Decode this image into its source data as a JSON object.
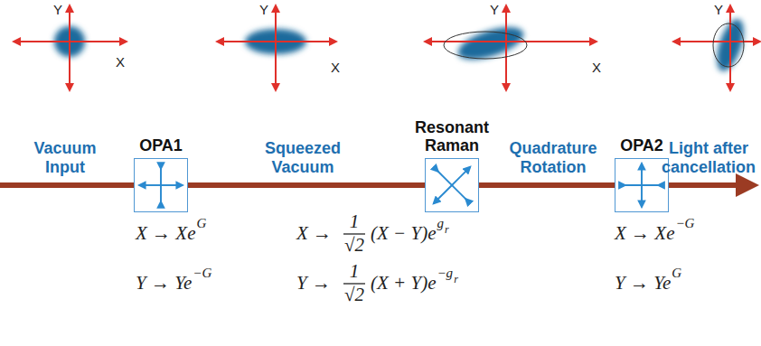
{
  "diagram": {
    "nodes": [
      {
        "text": [
          "OPA1"
        ]
      },
      {
        "text": [
          "Resonant Raman"
        ]
      },
      {
        "text": [
          "OPA2"
        ]
      }
    ],
    "edges": [
      {
        "from": 0,
        "to": 1,
        "arrow": "none"
      },
      {
        "from": 1,
        "to": 2,
        "arrow": "none"
      }
    ],
    "labels": [
      "Y",
      "X",
      "Y",
      "X",
      "Y",
      "X",
      "Y",
      "Vacuum Input",
      "Squeezed Vacuum",
      "Quadrature Rotation",
      "Light after cancellation",
      "X → Xe",
      "G",
      "Y → Ye",
      "−G",
      "X →",
      "1",
      "√2",
      "(X − Y)e",
      "g",
      "r",
      "Y →",
      "1",
      "√2",
      "(X + Y)e",
      "−g",
      "r",
      "X → Xe",
      "−G",
      "Y → Ye",
      "G"
    ]
  }
}
